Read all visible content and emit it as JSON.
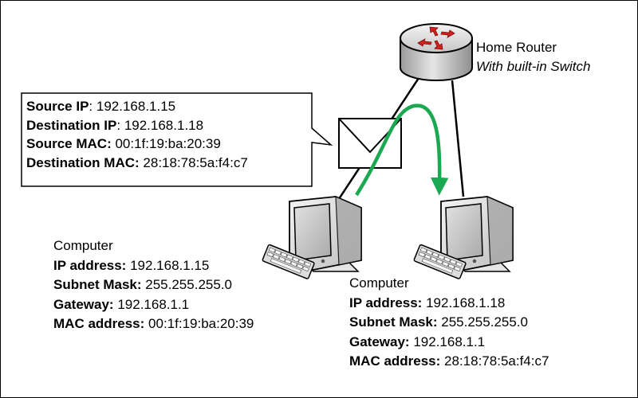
{
  "router": {
    "title": "Home Router",
    "subtitle": "With built-in Switch"
  },
  "packet": {
    "rows": [
      {
        "label": "Source IP",
        "sep": ": ",
        "value": "192.168.1.15"
      },
      {
        "label": "Destination IP",
        "sep": ": ",
        "value": "192.168.1.18"
      },
      {
        "label": "Source MAC:",
        "sep": " ",
        "value": "00:1f:19:ba:20:39"
      },
      {
        "label": "Destination MAC:",
        "sep": " ",
        "value": "28:18:78:5a:f4:c7"
      }
    ]
  },
  "computer_left": {
    "title": "Computer",
    "rows": [
      {
        "label": "IP address:",
        "value": "192.168.1.15"
      },
      {
        "label": "Subnet Mask:",
        "value": "255.255.255.0"
      },
      {
        "label": "Gateway:",
        "value": "192.168.1.1"
      },
      {
        "label": "MAC address:",
        "value": "00:1f:19:ba:20:39"
      }
    ]
  },
  "computer_right": {
    "title": "Computer",
    "rows": [
      {
        "label": "IP address:",
        "value": "192.168.1.18"
      },
      {
        "label": "Subnet Mask:",
        "value": "255.255.255.0"
      },
      {
        "label": "Gateway:",
        "value": "192.168.1.1"
      },
      {
        "label": "MAC address:",
        "value": "28:18:78:5a:f4:c7"
      }
    ]
  },
  "icons": {
    "router": "router-icon",
    "envelope": "envelope-icon",
    "computer": "computer-icon",
    "flow_arrow": "green-curved-arrow"
  },
  "colors": {
    "flow_arrow": "#1aa850",
    "router_arrows": "#d41f1f",
    "router_body": "#c9c9c9",
    "monitor_screen": "#c8c8c8"
  }
}
